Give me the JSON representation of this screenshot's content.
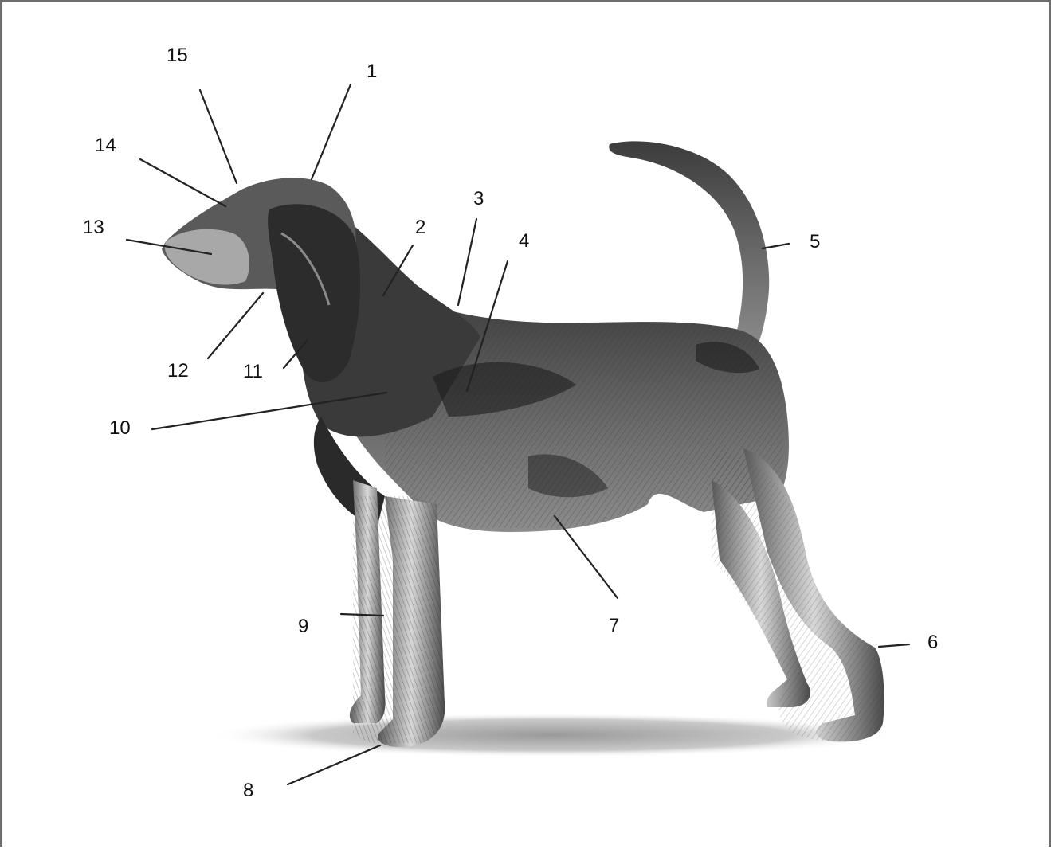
{
  "figure": {
    "subject": "dog-side-view",
    "background_color": "#ffffff",
    "frame_color": "#6e6e6e",
    "ink_color": "#2a2a2a",
    "labels": [
      {
        "id": "l1",
        "text": "1"
      },
      {
        "id": "l2",
        "text": "2"
      },
      {
        "id": "l3",
        "text": "3"
      },
      {
        "id": "l4",
        "text": "4"
      },
      {
        "id": "l5",
        "text": "5"
      },
      {
        "id": "l6",
        "text": "6"
      },
      {
        "id": "l7",
        "text": "7"
      },
      {
        "id": "l8",
        "text": "8"
      },
      {
        "id": "l9",
        "text": "9"
      },
      {
        "id": "l10",
        "text": "10"
      },
      {
        "id": "l11",
        "text": "11"
      },
      {
        "id": "l12",
        "text": "12"
      },
      {
        "id": "l13",
        "text": "13"
      },
      {
        "id": "l14",
        "text": "14"
      },
      {
        "id": "l15",
        "text": "15"
      }
    ]
  }
}
